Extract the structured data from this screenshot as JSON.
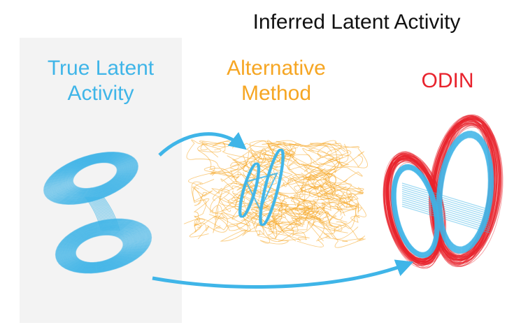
{
  "title": "Inferred Latent Activity",
  "panels": {
    "true_latent": {
      "line1": "True Latent",
      "line2": "Activity"
    },
    "alternative": {
      "line1": "Alternative",
      "line2": "Method"
    },
    "odin": {
      "label": "ODIN"
    }
  },
  "colors": {
    "blue": "#3fb5e8",
    "orange": "#f6a623",
    "red": "#e8232d",
    "panel_bg": "#f3f3f3",
    "title": "#111111"
  }
}
